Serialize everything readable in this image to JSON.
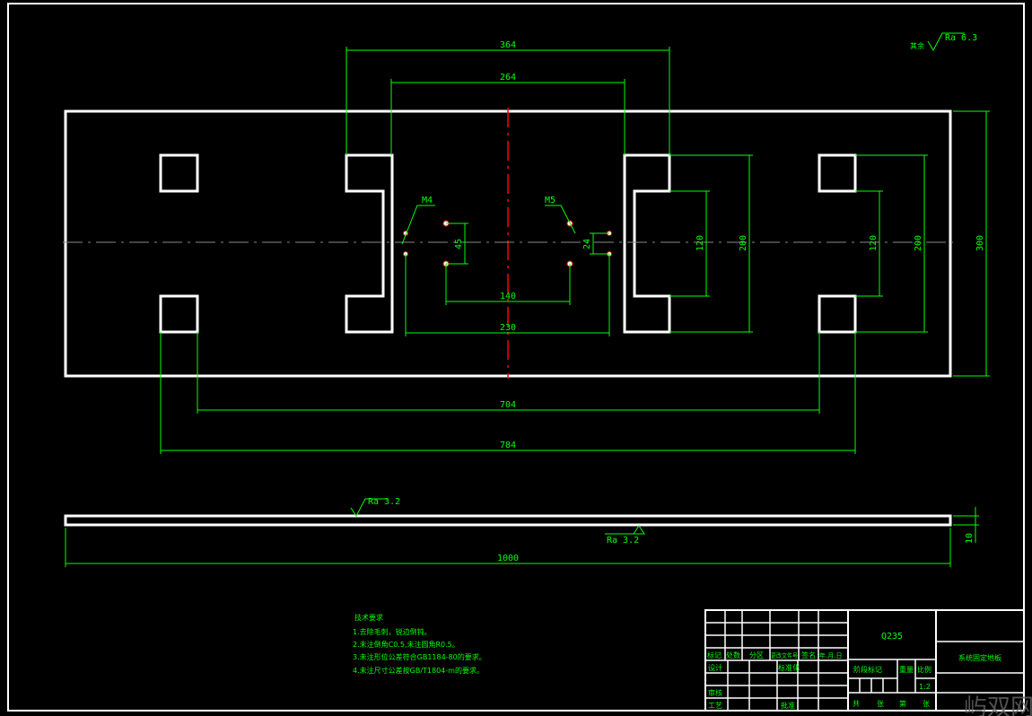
{
  "drawing": {
    "surface_finish_other": "其余",
    "surface_finish_value": "Ra 6.3",
    "side_finish_top": "Ra 3.2",
    "side_finish_bottom": "Ra 3.2",
    "thread_left": "M4",
    "thread_right": "M5",
    "dims": {
      "d364": "364",
      "d264": "264",
      "d300": "300",
      "d704": "704",
      "d784": "784",
      "d140": "140",
      "d230": "230",
      "d45": "45",
      "d24": "24",
      "d120a": "120",
      "d200a": "200",
      "d120b": "120",
      "d200b": "200",
      "d1000": "1000",
      "d10": "10"
    }
  },
  "tech_requirements": {
    "title": "技术要求",
    "items": [
      "1.去除毛刺，锐边倒钝。",
      "2.未注倒角C0.5,未注圆角R0.5。",
      "3.未注形位公差符合GB1184-80的要求。",
      "4.未注尺寸公差按GB/T1804-m的要求。"
    ]
  },
  "title_block": {
    "headers": [
      "标记",
      "处数",
      "分区",
      "更改文件号",
      "签名",
      "年.月.日"
    ],
    "design": "设计",
    "standardize": "标准化",
    "review": "审核",
    "process": "工艺",
    "approve": "批准",
    "material": "Q235",
    "stage_mark": "阶段标记",
    "weight": "重量",
    "scale_label": "比例",
    "scale": "1:2",
    "sheets": [
      "共",
      "张",
      "第",
      "张"
    ],
    "part_name": "系统固定地板"
  },
  "watermark": "屿双网"
}
